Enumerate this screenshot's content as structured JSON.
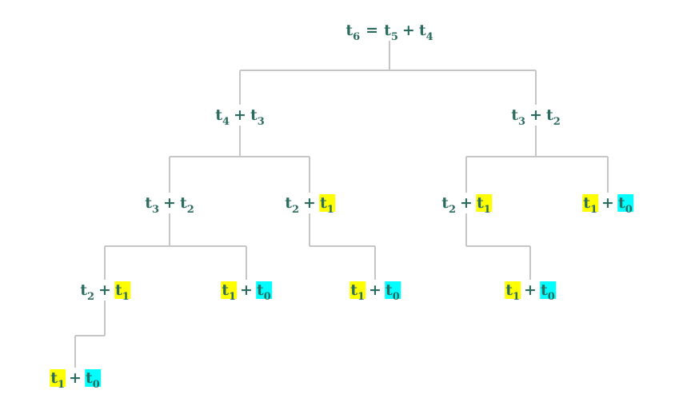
{
  "colors": {
    "text": "#2b6b60",
    "connector": "#c6c6c6",
    "highlight_t1": "#ffff00",
    "highlight_t0": "#00ffff"
  },
  "nodes": [
    {
      "id": "root",
      "parts": [
        {
          "base": "t",
          "sub": "6"
        },
        {
          "op": "="
        },
        {
          "base": "t",
          "sub": "5"
        },
        {
          "op": "+"
        },
        {
          "base": "t",
          "sub": "4"
        }
      ]
    },
    {
      "id": "n1",
      "parts": [
        {
          "base": "t",
          "sub": "4"
        },
        {
          "op": "+"
        },
        {
          "base": "t",
          "sub": "3"
        }
      ]
    },
    {
      "id": "n2",
      "parts": [
        {
          "base": "t",
          "sub": "3"
        },
        {
          "op": "+"
        },
        {
          "base": "t",
          "sub": "2"
        }
      ]
    },
    {
      "id": "n3",
      "parts": [
        {
          "base": "t",
          "sub": "3"
        },
        {
          "op": "+"
        },
        {
          "base": "t",
          "sub": "2"
        }
      ]
    },
    {
      "id": "n4",
      "parts": [
        {
          "base": "t",
          "sub": "2"
        },
        {
          "op": "+"
        },
        {
          "base": "t",
          "sub": "1",
          "hl": "yellow"
        }
      ]
    },
    {
      "id": "n5",
      "parts": [
        {
          "base": "t",
          "sub": "2"
        },
        {
          "op": "+"
        },
        {
          "base": "t",
          "sub": "1",
          "hl": "yellow"
        }
      ]
    },
    {
      "id": "n6",
      "parts": [
        {
          "base": "t",
          "sub": "1",
          "hl": "yellow"
        },
        {
          "op": "+"
        },
        {
          "base": "t",
          "sub": "0",
          "hl": "cyan"
        }
      ]
    },
    {
      "id": "n7",
      "parts": [
        {
          "base": "t",
          "sub": "2"
        },
        {
          "op": "+"
        },
        {
          "base": "t",
          "sub": "1",
          "hl": "yellow"
        }
      ]
    },
    {
      "id": "n8",
      "parts": [
        {
          "base": "t",
          "sub": "1",
          "hl": "yellow"
        },
        {
          "op": "+"
        },
        {
          "base": "t",
          "sub": "0",
          "hl": "cyan"
        }
      ]
    },
    {
      "id": "n9",
      "parts": [
        {
          "base": "t",
          "sub": "1",
          "hl": "yellow"
        },
        {
          "op": "+"
        },
        {
          "base": "t",
          "sub": "0",
          "hl": "cyan"
        }
      ]
    },
    {
      "id": "n10",
      "parts": [
        {
          "base": "t",
          "sub": "1",
          "hl": "yellow"
        },
        {
          "op": "+"
        },
        {
          "base": "t",
          "sub": "0",
          "hl": "cyan"
        }
      ]
    },
    {
      "id": "n11",
      "parts": [
        {
          "base": "t",
          "sub": "1",
          "hl": "yellow"
        },
        {
          "op": "+"
        },
        {
          "base": "t",
          "sub": "0",
          "hl": "cyan"
        }
      ]
    }
  ],
  "edges": [
    [
      "root",
      "n1"
    ],
    [
      "root",
      "n3"
    ],
    [
      "n1",
      "n2"
    ],
    [
      "n1",
      "n4"
    ],
    [
      "n3",
      "n5"
    ],
    [
      "n3",
      "n6"
    ],
    [
      "n2",
      "n7"
    ],
    [
      "n2",
      "n8"
    ],
    [
      "n4",
      "n9"
    ],
    [
      "n5",
      "n10"
    ],
    [
      "n7",
      "n11"
    ]
  ]
}
